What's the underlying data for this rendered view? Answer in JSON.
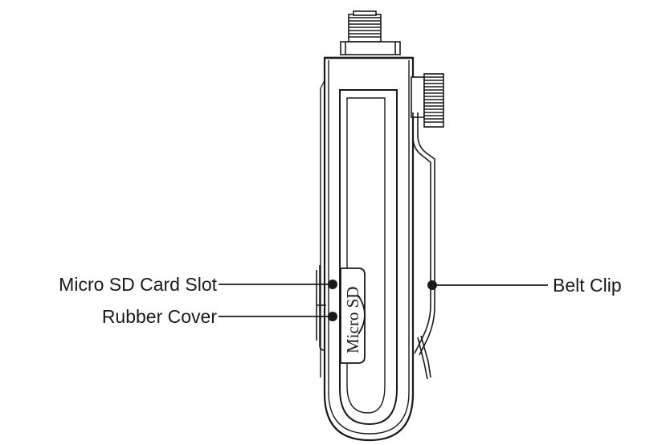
{
  "callouts": {
    "micro_sd_card_slot": "Micro SD Card Slot",
    "rubber_cover": "Rubber Cover",
    "belt_clip": "Belt Clip"
  },
  "device": {
    "sd_label": "Micro SD"
  },
  "colors": {
    "line": "#1a1a1a",
    "background": "#ffffff"
  }
}
